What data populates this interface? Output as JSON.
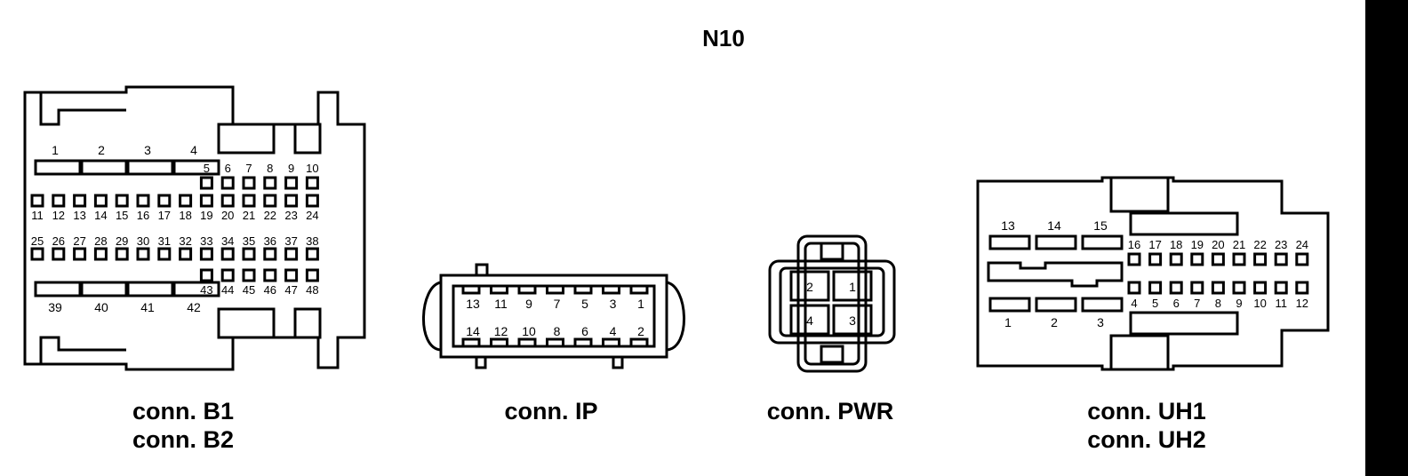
{
  "title": "N10",
  "connectors": {
    "b": {
      "captions": [
        "conn. B1",
        "conn. B2"
      ],
      "big_pins_top": [
        "1",
        "2",
        "3",
        "4"
      ],
      "small_pins_row1": [
        "5",
        "6",
        "7",
        "8",
        "9",
        "10"
      ],
      "row2": [
        "11",
        "12",
        "13",
        "14",
        "15",
        "16",
        "17",
        "18",
        "19",
        "20",
        "21",
        "22",
        "23",
        "24"
      ],
      "row3": [
        "25",
        "26",
        "27",
        "28",
        "29",
        "30",
        "31",
        "32",
        "33",
        "34",
        "35",
        "36",
        "37",
        "38"
      ],
      "small_pins_row4": [
        "43",
        "44",
        "45",
        "46",
        "47",
        "48"
      ],
      "big_pins_bottom": [
        "39",
        "40",
        "41",
        "42"
      ]
    },
    "ip": {
      "caption": "conn. IP",
      "top_pins": [
        "13",
        "11",
        "9",
        "7",
        "5",
        "3",
        "1"
      ],
      "bottom_pins": [
        "14",
        "12",
        "10",
        "8",
        "6",
        "4",
        "2"
      ]
    },
    "pwr": {
      "caption": "conn. PWR",
      "pins": [
        "2",
        "1",
        "4",
        "3"
      ]
    },
    "uh": {
      "captions": [
        "conn. UH1",
        "conn. UH2"
      ],
      "big_pins_top": [
        "13",
        "14",
        "15"
      ],
      "row_top": [
        "16",
        "17",
        "18",
        "19",
        "20",
        "21",
        "22",
        "23",
        "24"
      ],
      "row_bottom": [
        "4",
        "5",
        "6",
        "7",
        "8",
        "9",
        "10",
        "11",
        "12"
      ],
      "big_pins_bottom": [
        "1",
        "2",
        "3"
      ]
    }
  }
}
